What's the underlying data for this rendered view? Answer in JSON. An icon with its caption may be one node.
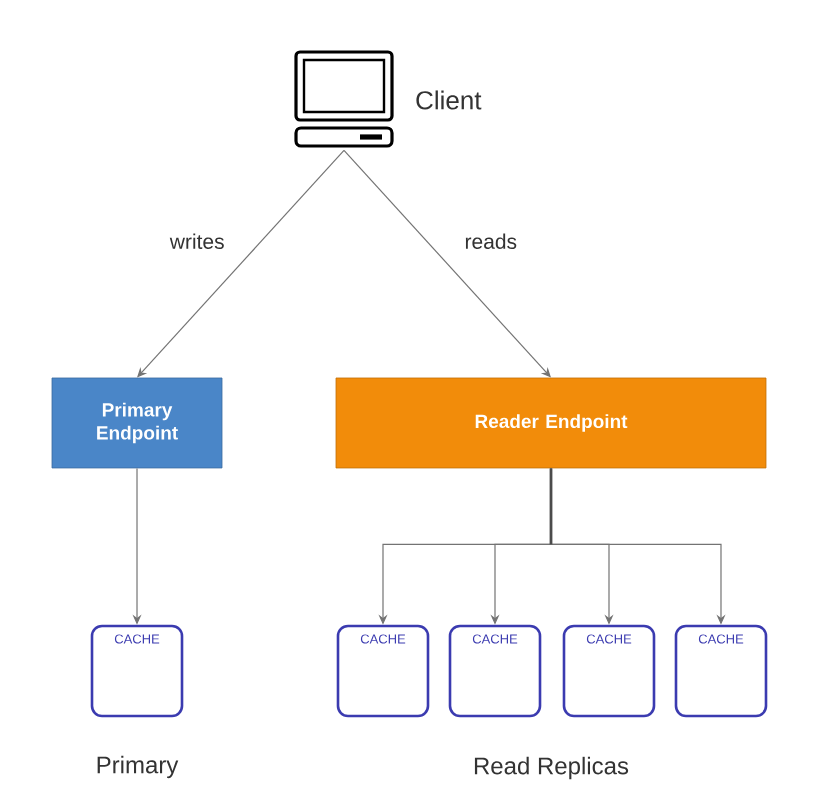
{
  "diagram": {
    "nodes": [
      {
        "text": [
          "Client"
        ]
      },
      {
        "text": [
          "Primary Endpoint"
        ]
      },
      {
        "text": [
          "Reader Endpoint"
        ]
      },
      {
        "text": [
          "CACHE"
        ],
        "beside": [
          "Primary"
        ]
      },
      {
        "text": [
          "CACHE"
        ]
      },
      {
        "text": [
          "CACHE"
        ]
      },
      {
        "text": [
          "CACHE"
        ]
      },
      {
        "text": [
          "CACHE"
        ]
      }
    ],
    "edges": [
      {
        "from": 0,
        "to": 1,
        "arrow": "to",
        "label": "writes"
      },
      {
        "from": 0,
        "to": 2,
        "arrow": "to",
        "label": "reads"
      },
      {
        "from": 1,
        "to": 3,
        "arrow": "to"
      },
      {
        "from": 2,
        "to": 4,
        "arrow": "to"
      },
      {
        "from": 2,
        "to": 5,
        "arrow": "to"
      },
      {
        "from": 2,
        "to": 6,
        "arrow": "to"
      },
      {
        "from": 2,
        "to": 7,
        "arrow": "to"
      }
    ],
    "labels": [
      "Read Replicas"
    ]
  }
}
